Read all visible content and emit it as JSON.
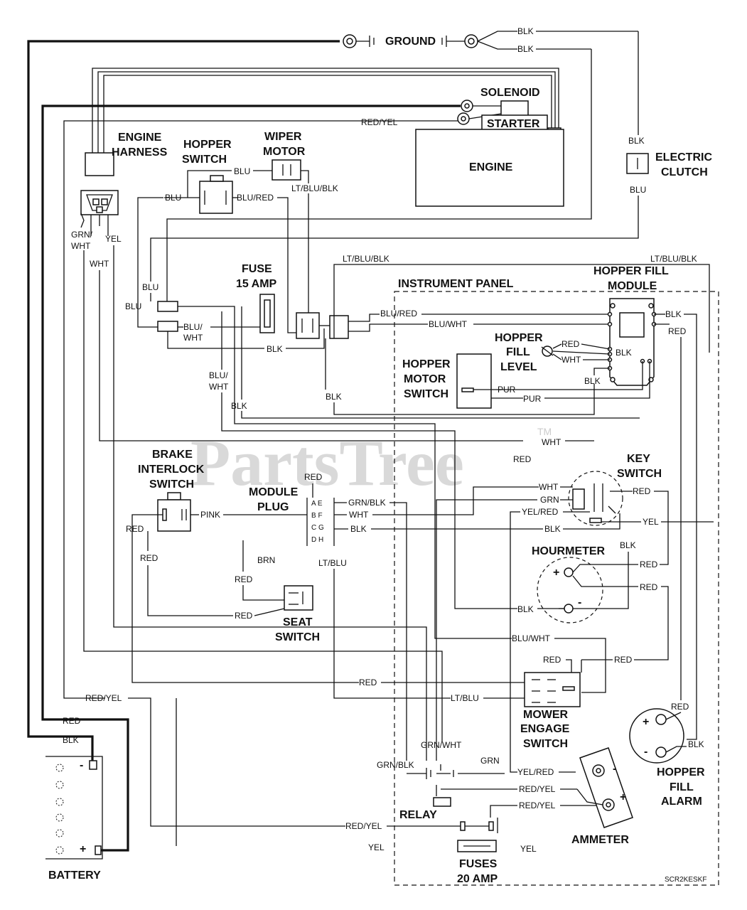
{
  "watermark": "PartsTree",
  "trademark": "TM",
  "diagram_code": "SCR2KESKF",
  "components": {
    "ground": "GROUND",
    "solenoid": "SOLENOID",
    "starter": "STARTER",
    "engine": "ENGINE",
    "engine_harness": [
      "ENGINE",
      "HARNESS"
    ],
    "hopper_switch": [
      "HOPPER",
      "SWITCH"
    ],
    "wiper_motor": [
      "WIPER",
      "MOTOR"
    ],
    "electric_clutch": [
      "ELECTRIC",
      "CLUTCH"
    ],
    "fuse": [
      "FUSE",
      "15 AMP"
    ],
    "instrument_panel": "INSTRUMENT PANEL",
    "hopper_fill_module": [
      "HOPPER FILL",
      "MODULE"
    ],
    "hopper_fill_level": [
      "HOPPER",
      "FILL",
      "LEVEL"
    ],
    "hopper_motor_switch": [
      "HOPPER",
      "MOTOR",
      "SWITCH"
    ],
    "brake_interlock_switch": [
      "BRAKE",
      "INTERLOCK",
      "SWITCH"
    ],
    "module_plug": [
      "MODULE",
      "PLUG"
    ],
    "key_switch": [
      "KEY",
      "SWITCH"
    ],
    "hourmeter": "HOURMETER",
    "seat_switch": [
      "SEAT",
      "SWITCH"
    ],
    "mower_engage_switch": [
      "MOWER",
      "ENGAGE",
      "SWITCH"
    ],
    "hopper_fill_alarm": [
      "HOPPER",
      "FILL",
      "ALARM"
    ],
    "relay": "RELAY",
    "ammeter": "AMMETER",
    "fuses": [
      "FUSES",
      "20 AMP"
    ],
    "battery": "BATTERY"
  },
  "module_plug_pins": [
    "A E",
    "B F",
    "C G",
    "D H"
  ],
  "wire_labels": {
    "blk_top1": "BLK",
    "blk_top2": "BLK",
    "red_yel_top": "RED/YEL",
    "blk_clutch": "BLK",
    "blu_clutch": "BLU",
    "blu_hopper": "BLU",
    "blu_left": "BLU",
    "blu_red_hopper": "BLU/RED",
    "lt_blu_blk_wiper": "LT/BLU/BLK",
    "grn_wht": [
      "GRN/",
      "WHT"
    ],
    "yel_harness": "YEL",
    "wht_harness": "WHT",
    "lt_blu_blk_top": "LT/BLU/BLK",
    "lt_blu_blk_right": "LT/BLU/BLK",
    "blu_a": "BLU",
    "blu_b": "BLU",
    "blu_wht_fuse": [
      "BLU/",
      "WHT"
    ],
    "blk_fuse": "BLK",
    "blu_red_panel": "BLU/RED",
    "blu_wht_panel": "BLU/WHT",
    "blk_module": "BLK",
    "red_module": "RED",
    "red_level": "RED",
    "blk_level": "BLK",
    "wht_level": "WHT",
    "blk_level2": "BLK",
    "pur1": "PUR",
    "pur2": "PUR",
    "blu_wht_mid": [
      "BLU/",
      "WHT"
    ],
    "blk_mid": "BLK",
    "blk_relay": "BLK",
    "wht_mid": "WHT",
    "red_mid": "RED",
    "red_plug": "RED",
    "pink": "PINK",
    "grn_blk_plug": "GRN/BLK",
    "wht_plug": "WHT",
    "blk_plug": "BLK",
    "wht_key": "WHT",
    "grn_key": "GRN",
    "yel_red_key": "YEL/RED",
    "blk_key": "BLK",
    "red_key": "RED",
    "yel_key": "YEL",
    "blk_key2": "BLK",
    "red_brake": "RED",
    "red_brake2": "RED",
    "brn": "BRN",
    "red_seat1": "RED",
    "red_seat2": "RED",
    "lt_blu_plug": "LT/BLU",
    "red_hour1": "RED",
    "red_hour2": "RED",
    "blk_hour": "BLK",
    "blu_wht_mower": "BLU/WHT",
    "red_mower1": "RED",
    "red_mower2": "RED",
    "red_mower3": "RED",
    "lt_blu_mower": "LT/BLU",
    "red_yel_left": "RED/YEL",
    "red_left": "RED",
    "blk_left": "BLK",
    "red_alarm": "RED",
    "blk_alarm": "BLK",
    "grn_wht_relay": "GRN/WHT",
    "grn_blk_relay": "GRN/BLK",
    "grn_relay": "GRN",
    "yel_red_relay": "YEL/RED",
    "red_yel_relay1": "RED/YEL",
    "red_yel_relay2": "RED/YEL",
    "red_yel_fuse": "RED/YEL",
    "yel_fuse1": "YEL",
    "yel_fuse2": "YEL"
  },
  "polarity": {
    "minus": "-",
    "plus": "+"
  }
}
